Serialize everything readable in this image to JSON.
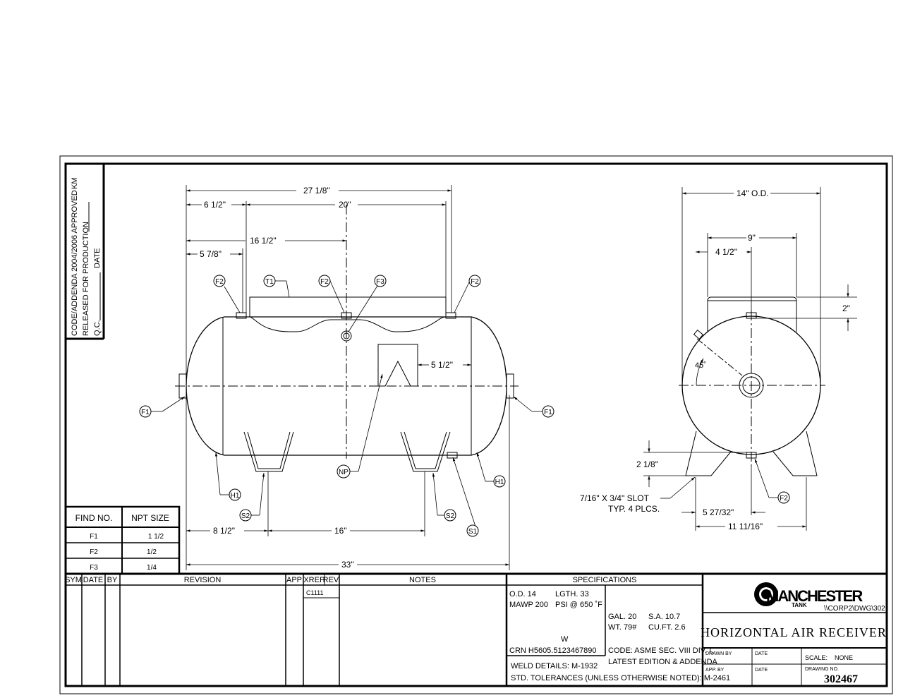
{
  "code_block": {
    "line1": "CODE/ADDENDA 2004/2006 APPROVED",
    "initials": "KM",
    "line2": "RELEASED FOR PRODUCTION",
    "qc": "Q.C.",
    "date": "DATE"
  },
  "side_view": {
    "dims": {
      "overall_top": "27 1/8\"",
      "d_6_5": "6 1/2\"",
      "d_20": "20\"",
      "d_16_5": "16 1/2\"",
      "d_5_78": "5 7/8\"",
      "d_5_5": "5 1/2\"",
      "d_8_5": "8 1/2\"",
      "d_16": "16\"",
      "d_33": "33\""
    },
    "callouts": {
      "f2a": "F2",
      "t1": "T1",
      "f2b": "F2",
      "f3": "F3",
      "f2c": "F2",
      "f1l": "F1",
      "f1r": "F1",
      "h1l": "H1",
      "h1r": "H1",
      "s2l": "S2",
      "s2r": "S2",
      "np": "NP",
      "s1": "S1"
    }
  },
  "end_view": {
    "dims": {
      "od": "14\" O.D.",
      "d_9": "9\"",
      "d_4_5": "4 1/2\"",
      "d_2": "2\"",
      "angle": "45˚",
      "d_2_18": "2 1/8\"",
      "slot1": "7/16\" X 3/4\" SLOT",
      "slot2": "TYP. 4 PLCS.",
      "d_5_2732": "5 27/32\"",
      "d_11_1116": "11 11/16\""
    },
    "callouts": {
      "f2": "F2"
    }
  },
  "fittings_table": {
    "headers": [
      "FIND NO.",
      "NPT SIZE"
    ],
    "rows": [
      {
        "find": "F1",
        "size": "1 1/2"
      },
      {
        "find": "F2",
        "size": "1/2"
      },
      {
        "find": "F3",
        "size": "1/4"
      }
    ]
  },
  "title_block": {
    "rev_headers": {
      "sym": "SYM",
      "date": "DATE",
      "by": "BY",
      "revision": "REVISION",
      "app": "APP",
      "xref": "XREF",
      "rev": "REV.",
      "notes": "NOTES"
    },
    "xref_value": "C1111",
    "spec_header": "SPECIFICATIONS",
    "specs": {
      "od": "O.D. 14",
      "lgth": "LGTH. 33",
      "mawp": "MAWP 200",
      "psi": "PSI @ 650 ˚F",
      "w": "W",
      "crn": "CRN H5605.5123467890",
      "gal": "GAL. 20",
      "sa": "S.A. 10.7",
      "wt": "WT. 79#",
      "cuft": "CU.FT. 2.6",
      "code1": "CODE: ASME SEC. VIII DIV. I,",
      "code2": "LATEST EDITION & ADDENDA",
      "weld": "WELD DETAILS: M-1932",
      "tol": "STD. TOLERANCES (UNLESS OTHERWISE NOTED): M-2461"
    },
    "logo_text": "MANCHESTER",
    "logo_sub": "TANK",
    "path": "\\\\CORP2\\DWG\\302",
    "title": "HORIZONTAL AIR RECEIVER",
    "drawn_by": "DRAWN BY",
    "date1": "DATE",
    "app_by": "APP. BY",
    "date2": "DATE",
    "scale_label": "SCALE:",
    "scale_value": "NONE",
    "drawing_no_label": "DRAWING NO.",
    "drawing_no": "302467"
  }
}
